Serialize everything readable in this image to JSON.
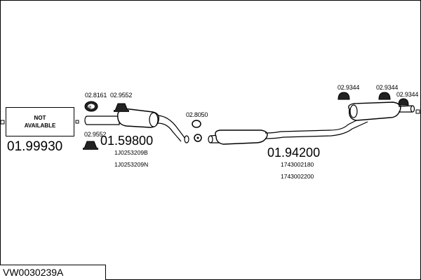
{
  "not_available": {
    "line1": "NOT",
    "line2": "AVAILABLE",
    "part_number": "01.99930"
  },
  "front_section": {
    "part_number": "01.59800",
    "oem_1": "1J0253209B",
    "oem_2": "1J0253209N",
    "mount_1": "02.8161",
    "mount_2": "02.9552",
    "mount_3": "02.9552"
  },
  "mid_joint": {
    "part_number": "02.8050"
  },
  "rear_section": {
    "part_number": "01.94200",
    "oem_1": "1743002180",
    "oem_2": "1743002200",
    "mount_1": "02.9344",
    "mount_2": "02.9344",
    "mount_3": "02.9344"
  },
  "footer": {
    "code": "VW0030239A"
  }
}
